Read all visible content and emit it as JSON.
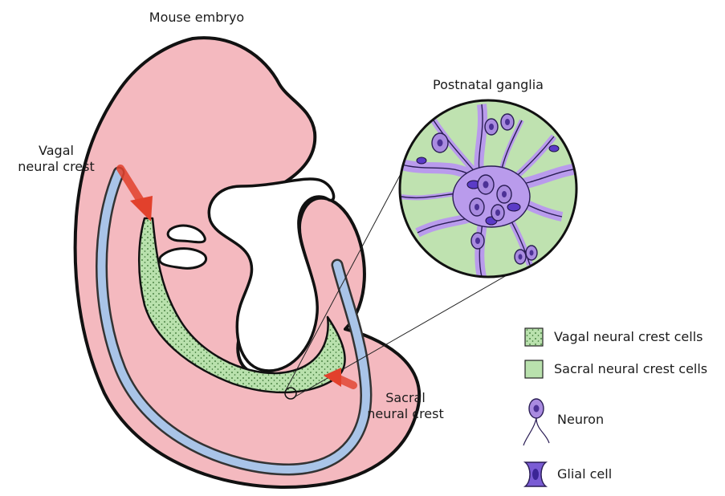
{
  "title": "Mouse embryo",
  "inset_title": "Postnatal ganglia",
  "labels": {
    "vagal_line1": "Vagal",
    "vagal_line2": "neural crest",
    "sacral_line1": "Sacral",
    "sacral_line2": "neural crest"
  },
  "legend": [
    {
      "key": "vagal",
      "label": "Vagal neural crest cells",
      "color": "#b7dfa9"
    },
    {
      "key": "sacral",
      "label": "Sacral neural crest cells",
      "color": "#b7dfa9"
    },
    {
      "key": "neuron",
      "label": "Neuron",
      "color": "#a98be0"
    },
    {
      "key": "glia",
      "label": "Glial cell",
      "color": "#5a3fc0"
    }
  ],
  "colors": {
    "embryo": "#f4b9bf",
    "gut": "#b9e1ad",
    "spine": "#a9c4e8",
    "arrow": "#e2412c",
    "neuron": "#b99bec",
    "glia": "#5b3bc7"
  }
}
